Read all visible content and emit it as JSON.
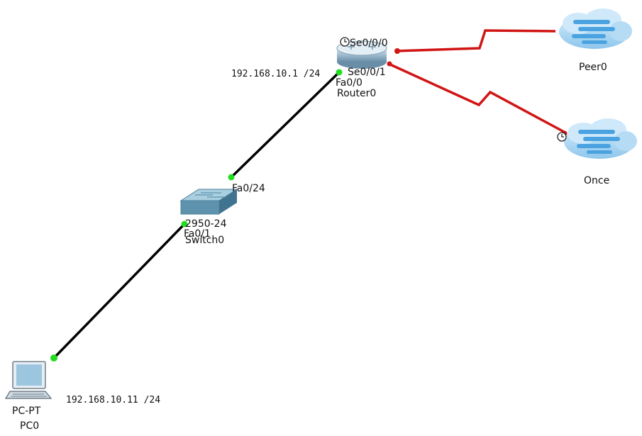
{
  "devices": {
    "router": {
      "port_se000": "Se0/0/0",
      "port_se001": "Se0/0/1",
      "port_fa0": "Fa0/0",
      "name": "Router0"
    },
    "switch": {
      "model": "2950-24",
      "name": "Switch0",
      "port_fa024": "Fa0/24",
      "port_fa01": "Fa0/1"
    },
    "pc": {
      "model": "PC-PT",
      "name": "PC0",
      "ip": "192.168.10.11 /24"
    },
    "clouds": [
      {
        "name": "Peer0"
      },
      {
        "name": "Once"
      }
    ]
  },
  "addresses": {
    "router_lan_ip": "192.168.10.1 /24"
  },
  "colors": {
    "ethernet_link": "#000000",
    "serial_link": "#d11414",
    "link_up": "#22dd22",
    "cloud_fill": "#9fd0f0",
    "cloud_band": "#4aa3e0",
    "router_fill": "#8fb2c8",
    "switch_fill": "#5f93ad"
  }
}
